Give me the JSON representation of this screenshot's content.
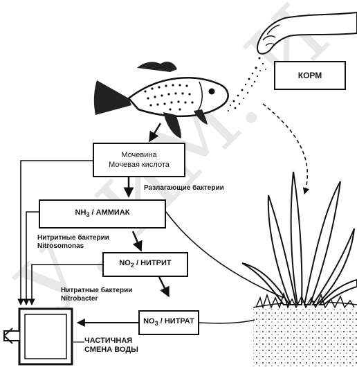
{
  "watermark": "У. ИМ. И.",
  "boxes": {
    "feed": "КОРМ",
    "urea_line1": "Мочевина",
    "urea_line2": "Мочевая кислота",
    "ammonia_formula": "NH",
    "ammonia_sub": "3",
    "ammonia_name": "/ АММИАК",
    "nitrite_formula": "NO",
    "nitrite_sub": "2",
    "nitrite_name": "/ НИТРИТ",
    "nitrate_formula": "NO",
    "nitrate_sub": "3",
    "nitrate_name": "/ НИТРАТ"
  },
  "labels": {
    "decomposers": "Разлагающие бактерии",
    "nitrite_bacteria_line1": "Нитритные бактерии",
    "nitrite_bacteria_line2": "Nitrosomonas",
    "nitrate_bacteria_line1": "Нитратные бактерии",
    "nitrate_bacteria_line2": "Nitrobacter",
    "water_change_line1": "ЧАСТИЧНАЯ",
    "water_change_line2": "СМЕНА ВОДЫ"
  }
}
